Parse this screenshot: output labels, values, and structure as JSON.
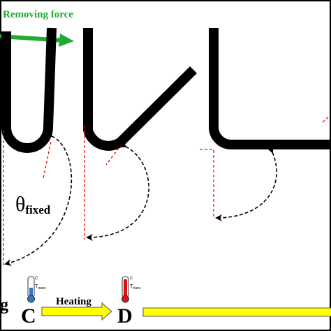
{
  "labels": {
    "removing_force": "Removing force",
    "theta_symbol": "θ",
    "theta_subscript": "fixed",
    "stage_left_partial": "g",
    "stage_c": "C",
    "stage_d": "D",
    "heating": "Heating",
    "thermo_c_small": "C",
    "thermo_t": "T",
    "thermo_t_sub": "trans"
  },
  "colors": {
    "force_text": "#22aa33",
    "force_arrow": "#22aa33",
    "shape_stroke": "#000000",
    "reference_line": "#ff0000",
    "angle_arc": "#000000",
    "process_arrow_fill": "#ffff00",
    "process_arrow_stroke": "#555555",
    "thermo_cold": "#3377cc",
    "thermo_hot": "#dd1111",
    "frame": "#000000"
  },
  "icons": {
    "thermometer_cold": "thermometer-cold-icon",
    "thermometer_hot": "thermometer-hot-icon"
  }
}
